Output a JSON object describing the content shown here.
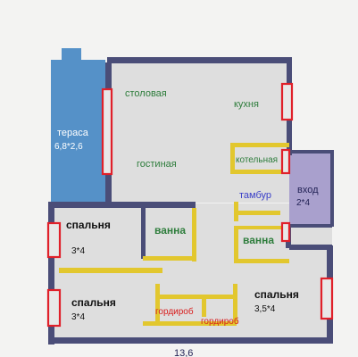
{
  "rooms": {
    "terrace": {
      "name": "тераса",
      "size": "6,8*2,6"
    },
    "dining": {
      "name": "столовая"
    },
    "kitchen": {
      "name": "кухня"
    },
    "living": {
      "name": "гостиная"
    },
    "boiler": {
      "name": "котельная"
    },
    "vestibule": {
      "name": "тамбур"
    },
    "entrance": {
      "name": "вход",
      "size": "2*4"
    },
    "bath_left": {
      "name": "ванна"
    },
    "bath_right": {
      "name": "ванна"
    },
    "bedroom1": {
      "name": "спальня",
      "size": "3*4"
    },
    "bedroom2": {
      "name": "спальня",
      "size": "3*4"
    },
    "bedroom3": {
      "name": "спальня",
      "size": "3,5*4"
    },
    "wardrobe1": {
      "name": "гордироб"
    },
    "wardrobe2": {
      "name": "гордироб"
    }
  },
  "dimension": "13,6",
  "colors": {
    "wall": "#4a4d78",
    "terrace": "#5591c8",
    "entrance": "#a9a0cd",
    "window": "#e0202a",
    "fixture": "#e2c72e",
    "label_green": "#2e7d3c",
    "label_blue": "#3a3fc8",
    "label_red": "#d81c1c"
  }
}
